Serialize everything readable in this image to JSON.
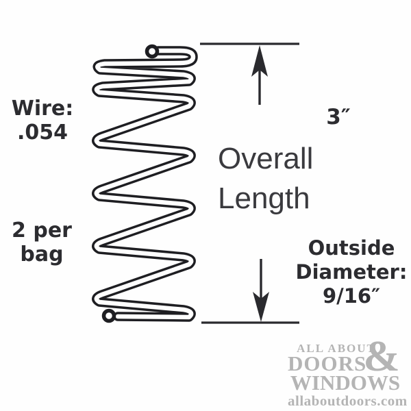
{
  "diagram": {
    "wire_label": "Wire:",
    "wire_value": ".054",
    "bag_line1": "2 per",
    "bag_line2": "bag",
    "overall_length_value": "3″",
    "overall_length_label_line1": "Overall",
    "overall_length_label_line2": "Length",
    "outside_diameter_line1": "Outside",
    "outside_diameter_line2": "Diameter:",
    "outside_diameter_line3": "9/16″"
  },
  "watermark": {
    "line1": "ALL ABOUT",
    "line2": "DOORS",
    "ampersand": "&",
    "line3": "WINDOWS",
    "url": "allaboutdoors.com"
  },
  "colors": {
    "wire_ink": "#1e1e22",
    "dimension_ink": "#2a2a2e",
    "label_text": "#2c2c30",
    "length_label_text": "#3a3a3e",
    "watermark_gray": "#b4b4b4",
    "background": "#fefefe"
  }
}
